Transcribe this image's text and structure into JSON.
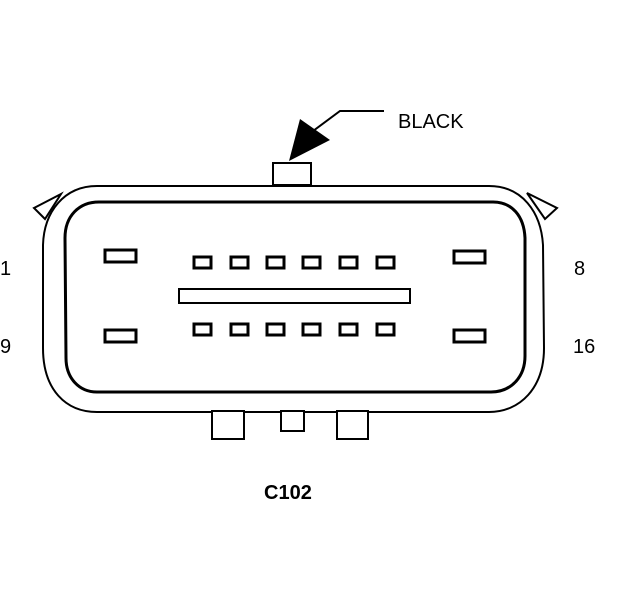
{
  "connector": {
    "id": "C102",
    "color_label": "BLACK",
    "pin_labels": {
      "top_left": "1",
      "top_right": "8",
      "bottom_left": "9",
      "bottom_right": "16"
    }
  },
  "colors": {
    "stroke": "#000000",
    "background": "#ffffff"
  }
}
